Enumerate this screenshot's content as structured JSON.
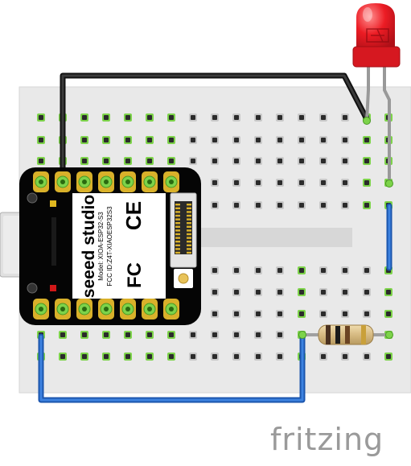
{
  "board": {
    "brand": "seeed studio",
    "model": "Model: XIOA-ESP32-S3",
    "fcc": "FCC ID:Z4T-XIAOESP32S3",
    "ce_mark": "CE",
    "fcc_logo": "FC"
  },
  "branding": {
    "logo": "fritzing"
  },
  "colors": {
    "breadboard": "#e9e9e9",
    "pcb": "#000000",
    "pin_green": "#7dd34a",
    "wire_black": "#1a1a1a",
    "wire_blue": "#1e63c5",
    "led_red": "#ec1c24",
    "lead_gray": "#a0a0a0",
    "resistor_body": "#d8c08a"
  },
  "components": [
    "breadboard",
    "xiao-esp32-s3-board",
    "led",
    "resistor",
    "wire-black",
    "wire-blue-left",
    "wire-blue-right"
  ]
}
